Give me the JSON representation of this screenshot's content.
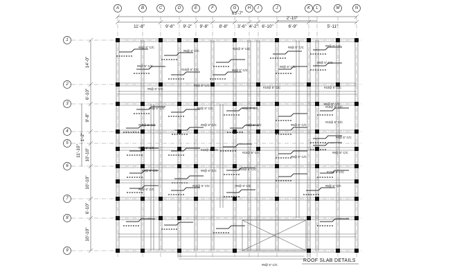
{
  "title": "ROOF SLAB DETAILS",
  "column_grid": [
    "A",
    "B",
    "C",
    "D",
    "E",
    "F",
    "G",
    "H",
    "I",
    "J",
    "K",
    "L",
    "M",
    "N"
  ],
  "row_grid": [
    "1",
    "2",
    "3",
    "4",
    "5",
    "6",
    "7",
    "8",
    "9"
  ],
  "top_dimensions": [
    "11'-8\"",
    "9'-8\"",
    "9'-2\"",
    "9'-8\"",
    "8'-8\"",
    "3'-6\"",
    "4'-2\"",
    "6'-10\"",
    "6'-9\"",
    "5'-11\""
  ],
  "overall_dimension": "63'-7\"",
  "partial_dimension": "2'-10\"",
  "side_dimensions": [
    "14'-0\"",
    "6'-10\"",
    "9'-8\"",
    "11'-10\"",
    "10'-10\"",
    "10'-10\"",
    "6'-10\"",
    "10'-10\""
  ],
  "small_dimension": "1'-2\"",
  "rebar_notes": [
    "#8@ 5\" C/C",
    "#8@ 5\" C/C",
    "#10@ 5\" C/C",
    "#8@ 5\" C/C",
    "#8@ 5\" C/C",
    "#8@ 5\" C/C",
    "#10@ 5\" C/C",
    "#8@ 5\" C/C",
    "#8@ 5\" C/C",
    "#8@ 5\" C/C",
    "#8@ 5\" C/C",
    "#8@ 5\" C/C",
    "#10@ 5\" C/C",
    "#10@ 5\" C/C",
    "#8@ 5\" C/C",
    "#8@ 5\" C/C",
    "#8@ 5\" C/C",
    "#8@ 5\" C/C",
    "#10@ 5\" C/C",
    "#10@ 5\" C/C",
    "#10@ 5\" C/C",
    "#8@ 5\" C/C",
    "#8@ 5\" C/C",
    "#8@ 5\" C/C",
    "#8@ 5\" C/C",
    "#8@ 5\" C/C",
    "#10@ 5\" C/C",
    "#10@ 5\" C/C",
    "#8@ 5\" C/C",
    "#8@ 5\" C/C",
    "#8@ 5\" C/C",
    "#8@ 5\" C/C",
    "#10@ 5\" C/C",
    "#10@ 5\" C/C",
    "#8@ 5\" C/C",
    "#8@ 5\" C/C",
    "#10@ 5\" C/C",
    "#8@ 5\" C/C"
  ]
}
